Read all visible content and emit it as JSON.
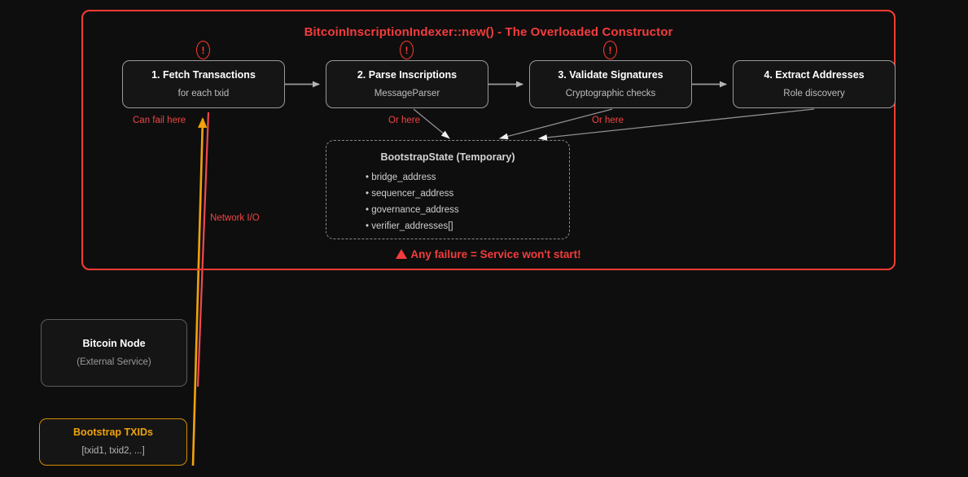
{
  "diagram": {
    "background_color": "#0e0e0e",
    "subgraph": {
      "title": "BitcoinInscriptionIndexer::new() - The Overloaded Constructor",
      "border_color": "#ff3b30"
    },
    "process_nodes": [
      {
        "id": "node-1",
        "title": "1. Fetch Transactions",
        "subtitle": "for each txid",
        "warning": "!"
      },
      {
        "id": "node-2",
        "title": "2. Parse Inscriptions",
        "subtitle": "MessageParser",
        "warning": "!"
      },
      {
        "id": "node-3",
        "title": "3. Validate Signatures",
        "subtitle": "Cryptographic checks",
        "warning": "!"
      },
      {
        "id": "node-4",
        "title": "4. Extract Addresses",
        "subtitle": "Role discovery",
        "warning": ""
      }
    ],
    "bootstrap_state": {
      "title": "BootstrapState (Temporary)",
      "fields": [
        "bridge_address",
        "sequencer_address",
        "governance_address",
        "verifier_addresses[]"
      ]
    },
    "failure_note": {
      "icon": "warning-triangle",
      "text": "Any failure = Service won't start!",
      "color": "#f43c3c"
    },
    "external_nodes": [
      {
        "id": "bitcoin-node",
        "title": "Bitcoin Node",
        "subtitle": "(External Service)",
        "accent": "#5c5c5c"
      },
      {
        "id": "bootstrap-txids",
        "title": "Bootstrap TXIDs",
        "subtitle": "[txid1, txid2, ...]",
        "accent": "#f0a30a"
      }
    ],
    "edge_labels": [
      {
        "id": "can-fail-here",
        "text": "Can fail here",
        "color": "#f04545"
      },
      {
        "id": "or-here-1",
        "text": "Or here",
        "color": "#f04545"
      },
      {
        "id": "or-here-2",
        "text": "Or here",
        "color": "#f04545"
      },
      {
        "id": "network-io",
        "text": "Network I/O",
        "color": "#f04545"
      }
    ],
    "colors": {
      "accent_red": "#ff3b30",
      "accent_orange": "#f0a30a",
      "edge_gray": "#9a9a9a",
      "node_border": "#9a9a9a",
      "dashed_border": "#8a8a8a"
    }
  }
}
